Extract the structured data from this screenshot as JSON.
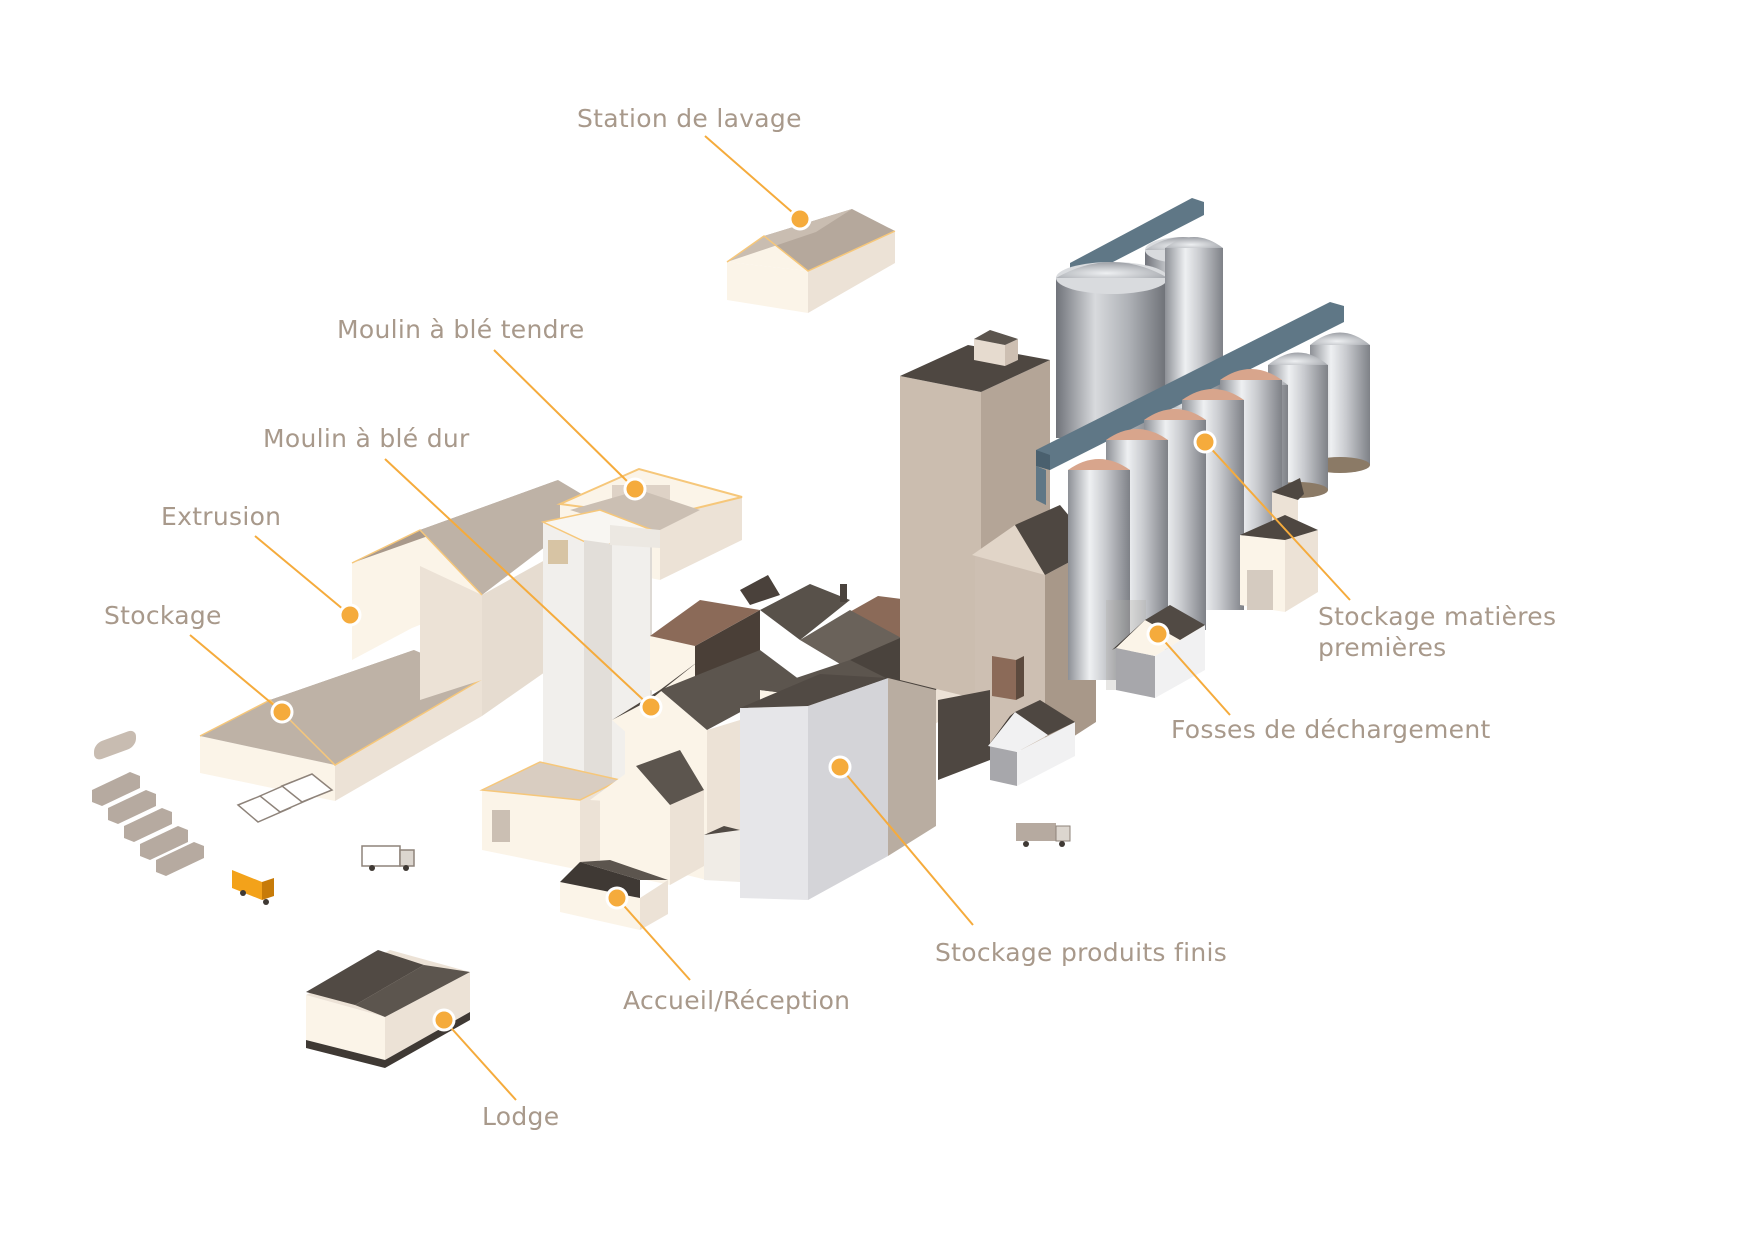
{
  "colors": {
    "label_text": "#a8998b",
    "leader_line": "#f5ab3c",
    "marker_fill": "#f5ab3c",
    "marker_ring": "#ffffff",
    "roof_taupe": "#b9aca1",
    "roof_dark": "#524b45",
    "wall_cream": "#fbf4e8",
    "silo_steel": "#c2c4c8",
    "conveyor_slate": "#5f7786",
    "truck_orange": "#f3a21a"
  },
  "labels": {
    "station_lavage": "Station de lavage",
    "moulin_ble_tendre": "Moulin à blé tendre",
    "moulin_ble_dur": "Moulin à blé dur",
    "extrusion": "Extrusion",
    "stockage": "Stockage",
    "stockage_matieres": "Stockage matières premières",
    "fosses": "Fosses de déchargement",
    "stockage_produits": "Stockage produits finis",
    "accueil": "Accueil/Réception",
    "lodge": "Lodge"
  },
  "icons": {
    "markers": "location-dot-icon",
    "trucks": "truck-icon",
    "silos": "silo-icon"
  }
}
